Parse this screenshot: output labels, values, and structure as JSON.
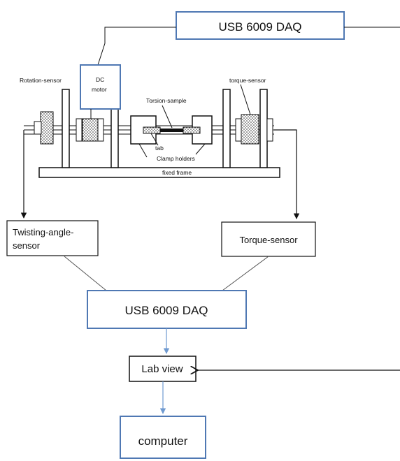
{
  "labels": {
    "top_daq": "USB 6009 DAQ",
    "dc_motor_line1": "DC",
    "dc_motor_line2": "motor",
    "rotation_sensor": "Rotation-sensor",
    "torque_sensor_small": "torque-sensor",
    "torsion_sample": "Torsion-sample",
    "tab": "tab",
    "clamp_holders": "Clamp holders",
    "fixed_frame": "fixed frame",
    "twisting_angle_line1": "Twisting-angle-",
    "twisting_angle_line2": "sensor",
    "torque_sensor_box": "Torque-sensor",
    "bottom_daq": "USB 6009 DAQ",
    "lab_view": "Lab view",
    "computer": "computer"
  },
  "colors": {
    "blue_box": "#4f78b3",
    "black": "#111111",
    "hatch": "#333333",
    "arrow_blue": "#6f9ad0"
  }
}
